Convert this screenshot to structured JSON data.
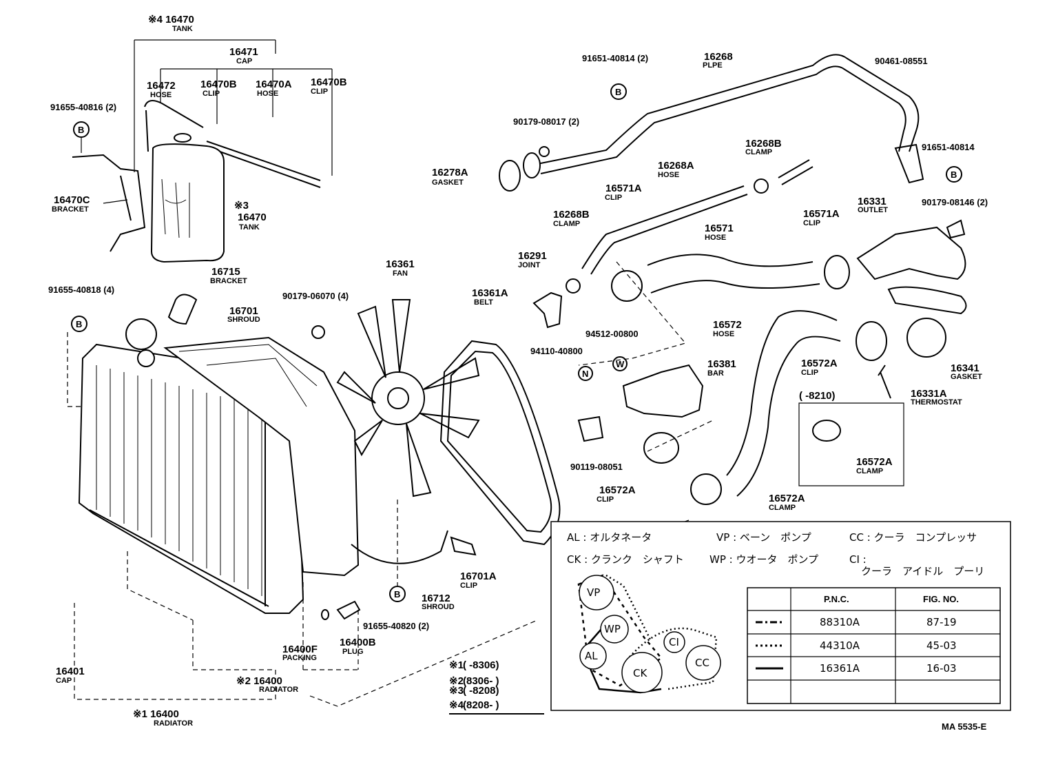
{
  "labels": {
    "tank_top_no": "※4 16470",
    "tank_top_nm": "TANK",
    "cap_no": "16471",
    "cap_nm": "CAP",
    "hose472_no": "16472",
    "hose472_nm": "HOSE",
    "clipB1_no": "16470B",
    "clipB1_nm": "CLIP",
    "hoseA_no": "16470A",
    "hoseA_nm": "HOSE",
    "clipB2_no": "16470B",
    "clipB2_nm": "CLIP",
    "bolt816": "91655-40816 (2)",
    "bracketC_no": "16470C",
    "bracketC_nm": "BRACKET",
    "tank3_mark": "※3",
    "tank3_no": "16470",
    "tank3_nm": "TANK",
    "bracket715_no": "16715",
    "bracket715_nm": "BRACKET",
    "bolt818": "91655-40818 (4)",
    "shroud701_no": "16701",
    "shroud701_nm": "SHROUD",
    "nut070": "90179-06070 (4)",
    "fan_no": "16361",
    "fan_nm": "FAN",
    "belt_no": "16361A",
    "belt_nm": "BELT",
    "bolt814a": "91651-40814 (2)",
    "pipe_no": "16268",
    "pipe_nm": "PLPE",
    "bolt551": "90461-08551",
    "nut017": "90179-08017 (2)",
    "clamp268B_no": "16268B",
    "clamp268B_nm": "CLAMP",
    "bolt814b": "91651-40814",
    "gasket278_no": "16278A",
    "gasket278_nm": "GASKET",
    "hose268A_no": "16268A",
    "hose268A_nm": "HOSE",
    "clip571A1_no": "16571A",
    "clip571A1_nm": "CLIP",
    "outlet_no": "16331",
    "outlet_nm": "OUTLET",
    "nut146": "90179-08146 (2)",
    "clamp268B2_no": "16268B",
    "clamp268B2_nm": "CLAMP",
    "clip571A2_no": "16571A",
    "clip571A2_nm": "CLIP",
    "hose571_no": "16571",
    "hose571_nm": "HOSE",
    "joint_no": "16291",
    "joint_nm": "JOINT",
    "hose572_no": "16572",
    "hose572_nm": "HOSE",
    "nut800": "94512-00800",
    "bolt800": "94110-40800",
    "bar_no": "16381",
    "bar_nm": "BAR",
    "clip572A_no": "16572A",
    "clip572A_nm": "CLIP",
    "gasket341_no": "16341",
    "gasket341_nm": "GASKET",
    "thermo_no": "16331A",
    "thermo_nm": "THERMOSTAT",
    "inset_range": "(        -8210)",
    "inset_no": "16572A",
    "inset_nm": "CLAMP",
    "plug051": "90119-08051",
    "clip572A2_no": "16572A",
    "clip572A2_nm": "CLIP",
    "clamp572A_no": "16572A",
    "clamp572A_nm": "CLAMP",
    "shroud712_no": "16712",
    "shroud712_nm": "SHROUD",
    "clip701A_no": "16701A",
    "clip701A_nm": "CLIP",
    "bolt820": "91655-40820 (2)",
    "packing_no": "16400F",
    "packing_nm": "PACKING",
    "plug_no": "16400B",
    "plug_nm": "PLUG",
    "cap401_no": "16401",
    "cap401_nm": "CAP",
    "rad2_no": "※2 16400",
    "rad2_nm": "RADIATOR",
    "rad1_no": "※1 16400",
    "rad1_nm": "RADIATOR",
    "fig_code": "MA  5535-E"
  },
  "markers": {
    "b": "B",
    "n": "N",
    "w": "W"
  },
  "footnotes": [
    {
      "mark": "※1",
      "range": "(       -8306)"
    },
    {
      "mark": "※2",
      "range": "(8306-        )"
    },
    {
      "mark": "※3",
      "range": "(       -8208)"
    },
    {
      "mark": "※4",
      "range": "(8208-        )"
    }
  ],
  "legend": {
    "al": "AL : オルタネータ",
    "vp": "VP : ベーン　ポンプ",
    "cc": "CC : クーラ　コンプレッサ",
    "ck": "CK : クランク　シャフト",
    "wp": "WP : ウオータ　ポンプ",
    "ci": "CI :",
    "ci2": "クーラ　アイドル　プーリ"
  },
  "pulleys": {
    "vp": "VP",
    "wp": "WP",
    "al": "AL",
    "ck": "CK",
    "ci": "CI",
    "cc": "CC"
  },
  "table": {
    "headers": [
      "",
      "P.N.C.",
      "FIG. NO."
    ],
    "rows": [
      {
        "line": "dash-dot",
        "pnc": "88310A",
        "fig": "87-19"
      },
      {
        "line": "dotted",
        "pnc": "44310A",
        "fig": "45-03"
      },
      {
        "line": "solid",
        "pnc": "16361A",
        "fig": "16-03"
      },
      {
        "line": "",
        "pnc": "",
        "fig": ""
      }
    ]
  }
}
